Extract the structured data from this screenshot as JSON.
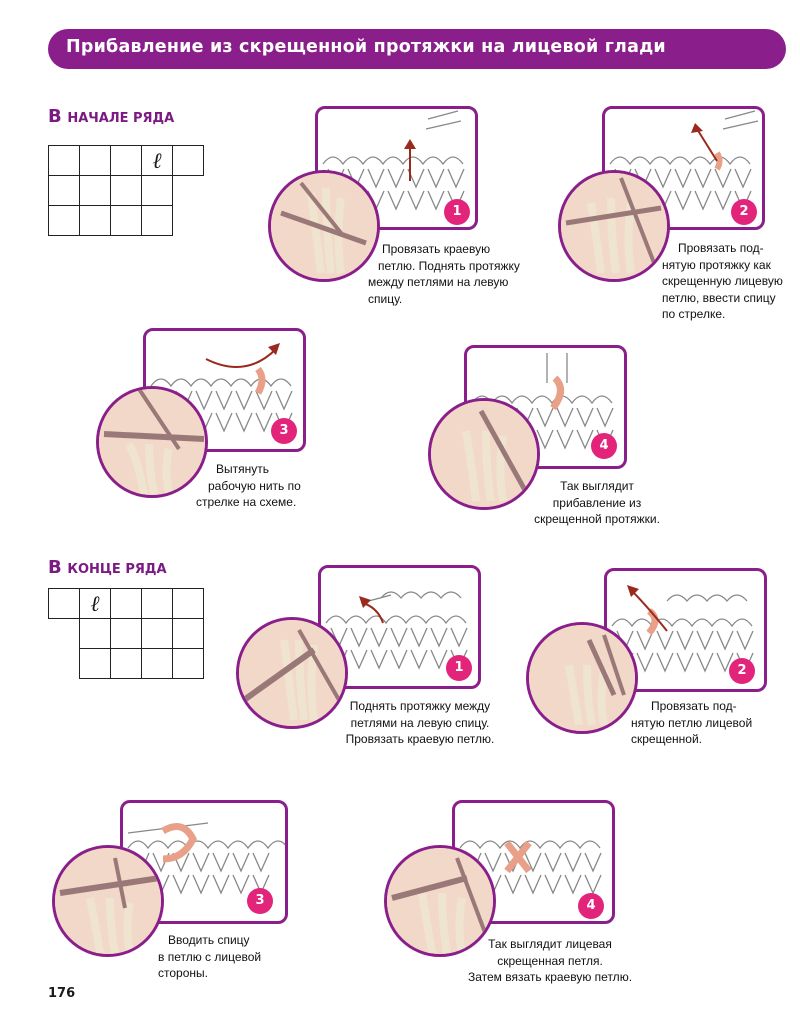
{
  "header": {
    "title": "Прибавление из скрещенной протяжки на лицевой глади"
  },
  "section_start": {
    "heading_big": "В",
    "heading_small": "НАЧАЛЕ РЯДА"
  },
  "section_end": {
    "heading_big": "В",
    "heading_small": "КОНЦЕ РЯДА"
  },
  "grid_loop_symbol": "ℓ",
  "start_steps": [
    {
      "number": "1",
      "caption_lines": [
        "Провязать краевую",
        "петлю. Поднять протяжку",
        "между петлями на левую",
        "спицу."
      ]
    },
    {
      "number": "2",
      "caption_lines": [
        "Провязать под-",
        "нятую протяжку как",
        "скрещенную лицевую",
        "петлю, ввести спицу",
        "по стрелке."
      ]
    },
    {
      "number": "3",
      "caption_lines": [
        "Вытянуть",
        "рабочую нить по",
        "стрелке на схеме."
      ]
    },
    {
      "number": "4",
      "caption_lines": [
        "Так выглядит",
        "прибавление из",
        "скрещенной протяжки."
      ]
    }
  ],
  "end_steps": [
    {
      "number": "1",
      "caption_lines": [
        "Поднять протяжку между",
        "петлями на левую спицу.",
        "Провязать краевую петлю."
      ]
    },
    {
      "number": "2",
      "caption_lines": [
        "Провязать под-",
        "нятую петлю лицевой",
        "скрещенной."
      ]
    },
    {
      "number": "3",
      "caption_lines": [
        "Вводить спицу",
        "в петлю с лицевой",
        "стороны."
      ]
    },
    {
      "number": "4",
      "caption_lines": [
        "Так выглядит лицевая",
        "скрещенная петля.",
        "Затем вязать краевую петлю."
      ]
    }
  ],
  "page_number": "176",
  "colors": {
    "header": "#8a1f8c",
    "badge": "#e2257a",
    "yarn": "#f5ead8",
    "needle": "#9a7878",
    "highlight": "#e8a088",
    "arrow": "#9a2a1e"
  }
}
